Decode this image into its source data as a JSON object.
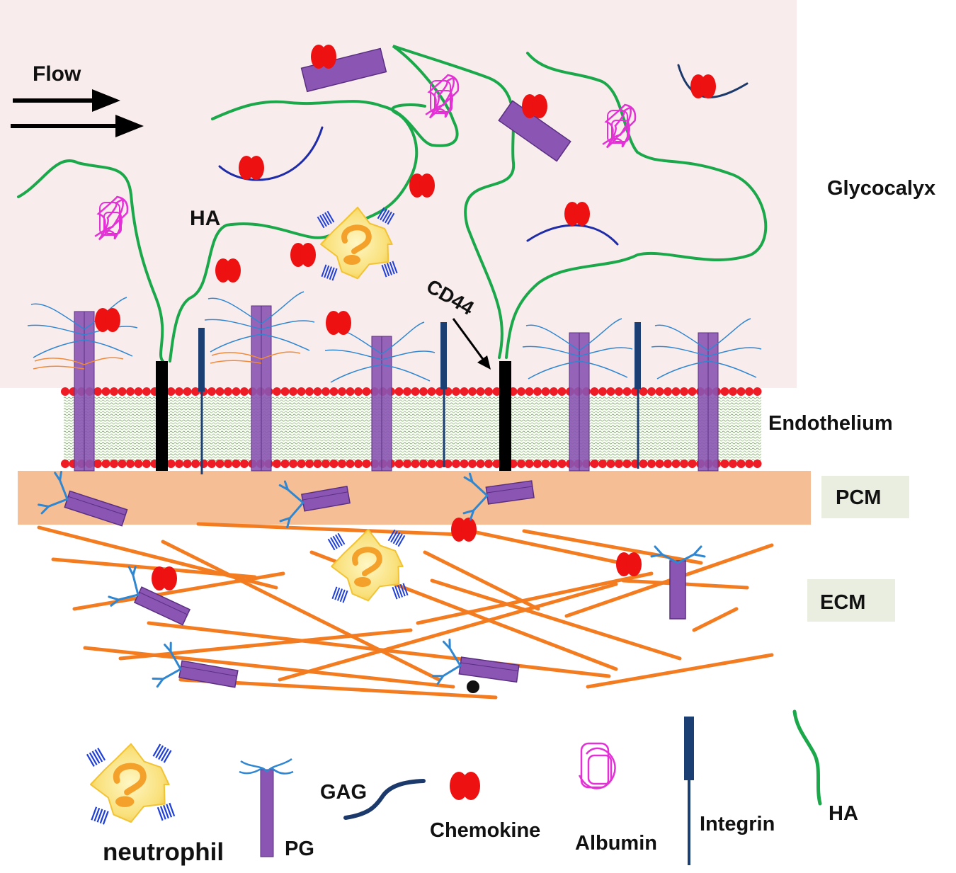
{
  "colors": {
    "glycocalyx_bg": "#f9ecec",
    "pcm_band": "#f6be94",
    "label_box": "#e9eee0",
    "lipid_head": "#ee1c25",
    "lipid_tail": "#79b758",
    "ha": "#1aa84a",
    "pg": "#8a55b3",
    "gag": "#1b3a6b",
    "gag_branch": "#2f86d1",
    "chemokine": "#ee1111",
    "albumin": "#e331d6",
    "integrin": "#1c3f73",
    "cd44": "#000000",
    "ecm_fiber": "#f47c20",
    "neutrophil": "#f7dc5a",
    "neutrophil_nucleus": "#f3a12a",
    "receptor": "#1f3fd9",
    "orange_gag": "#f08a3a"
  },
  "labels": {
    "flow": "Flow",
    "ha": "HA",
    "cd44": "CD44",
    "glycocalyx": "Glycocalyx",
    "endothelium": "Endothelium",
    "pcm": "PCM",
    "ecm": "ECM"
  },
  "legend": {
    "neutrophil": "neutrophil",
    "pg": "PG",
    "gag": "GAG",
    "chemokine": "Chemokine",
    "albumin": "Albumin",
    "integrin": "Integrin",
    "ha": "HA"
  }
}
